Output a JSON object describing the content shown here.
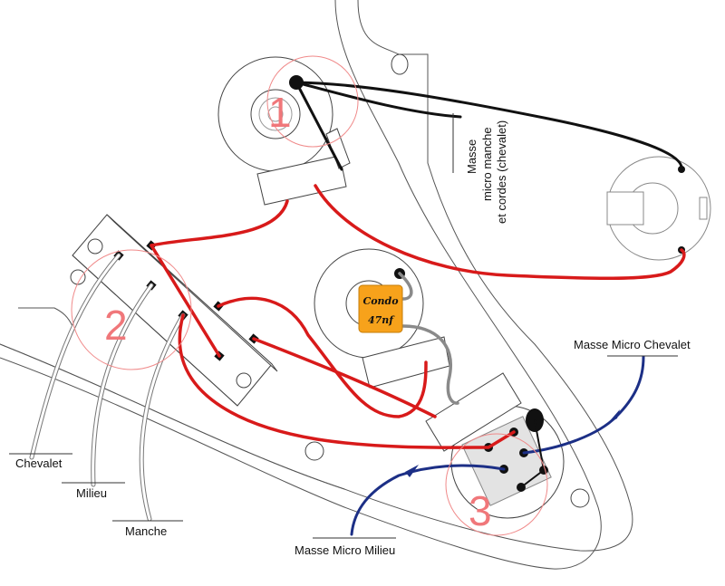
{
  "diagram": {
    "title": "Stratocaster wiring diagram",
    "markers": [
      {
        "id": "1",
        "label": "1",
        "target": "volume-pot"
      },
      {
        "id": "2",
        "label": "2",
        "target": "selector-switch"
      },
      {
        "id": "3",
        "label": "3",
        "target": "tone-pot-switch"
      }
    ],
    "capacitor": {
      "line1": "Condo",
      "line2": "47nf",
      "color": "#f7a21b"
    },
    "labels": {
      "ground_neck_strings_l1": "Masse",
      "ground_neck_strings_l2": "micro manche",
      "ground_neck_strings_l3": "et cordes (chevalet)",
      "ground_bridge": "Masse Micro Chevalet",
      "ground_middle": "Masse Micro Milieu",
      "pickup_bridge": "Chevalet",
      "pickup_middle": "Milieu",
      "pickup_neck": "Manche"
    },
    "colors": {
      "hot_wire": "#d81a1a",
      "ground_wire": "#111111",
      "pickup_ground_wire": "#1c2f86",
      "cap_wire": "#8a8a8a",
      "marker": "#f0777a"
    }
  }
}
